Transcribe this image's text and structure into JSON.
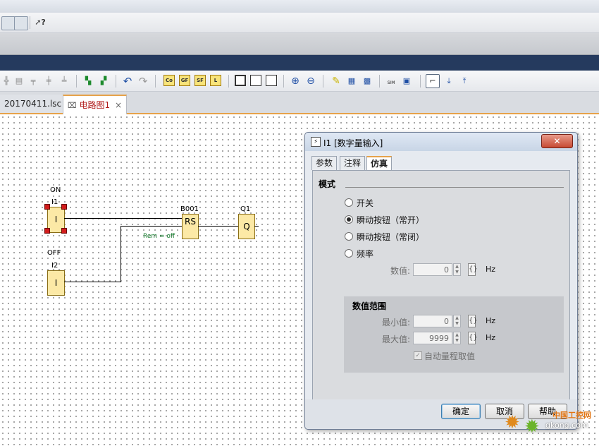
{
  "toolbar_top": {
    "help_icon_text": "?"
  },
  "toolbar_icons": {
    "co": "Co",
    "gf": "GF",
    "sf": "SF",
    "l": "L",
    "sim": "SIM"
  },
  "tabs": [
    {
      "label": "20170411.lsc"
    },
    {
      "label": "电路图1",
      "close": "×"
    }
  ],
  "diagram": {
    "i1_top": "ON",
    "i1_name": "I1",
    "i1_body": "I",
    "i2_top": "OFF",
    "i2_name": "I2",
    "i2_body": "I",
    "b001_name": "B001",
    "b001_body": "RS",
    "b001_param": "Rem = off",
    "q1_name": "Q1",
    "q1_body": "Q"
  },
  "dialog": {
    "title": "I1 [数字量输入]",
    "close": "✕",
    "tabs": [
      "参数",
      "注释",
      "仿真"
    ],
    "mode_heading": "模式",
    "options": [
      "开关",
      "瞬动按钮（常开）",
      "瞬动按钮（常闭）",
      "频率"
    ],
    "selected_option": "瞬动按钮（常开）",
    "value_label": "数值:",
    "value": "0",
    "unit": "Hz",
    "range_heading": "数值范围",
    "min_label": "最小值:",
    "min_value": "0",
    "max_label": "最大值:",
    "max_value": "9999",
    "auto_range_label": "自动量程取值",
    "bracket": "{}",
    "buttons": {
      "ok": "确定",
      "cancel": "取消",
      "help": "帮助"
    }
  },
  "watermark": {
    "site": "gkong.com",
    "brand": "中国工控网"
  },
  "colors": {
    "block_fill": "#fce9a6",
    "handle": "#d21c1c",
    "tab_accent": "#e6a24a",
    "title_bar": "#253a5e"
  }
}
